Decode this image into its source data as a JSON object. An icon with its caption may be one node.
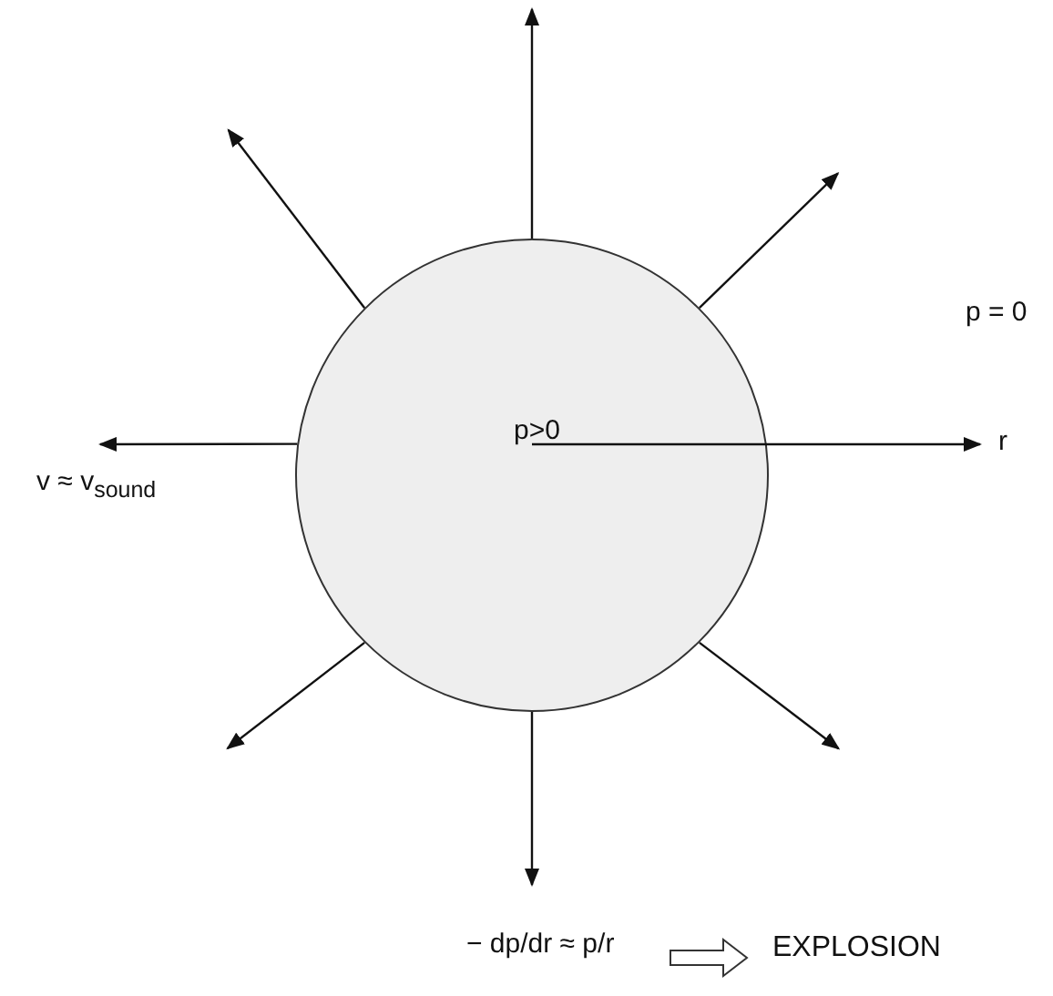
{
  "diagram": {
    "nodes": [
      {
        "text": [
          "p>0"
        ]
      },
      {
        "text": [
          "− dp/dr ≈ p/r"
        ]
      },
      {
        "text": [
          "EXPLOSION"
        ]
      },
      {
        "text": [
          "v ≈ v$_{sound}$"
        ]
      }
    ],
    "edges": [
      {
        "from": 0,
        "to": null,
        "arrow": "to"
      },
      {
        "from": 0,
        "to": null,
        "arrow": "to"
      },
      {
        "from": 0,
        "to": null,
        "arrow": "to"
      },
      {
        "from": 0,
        "to": 1,
        "arrow": "to"
      },
      {
        "from": 0,
        "to": null,
        "arrow": "to"
      },
      {
        "from": 0,
        "to": 3,
        "arrow": "to"
      },
      {
        "from": 0,
        "to": null,
        "arrow": "to"
      },
      {
        "from": 1,
        "to": 2,
        "arrow": "to"
      }
    ],
    "labels": [
      "p = 0",
      "r"
    ]
  }
}
